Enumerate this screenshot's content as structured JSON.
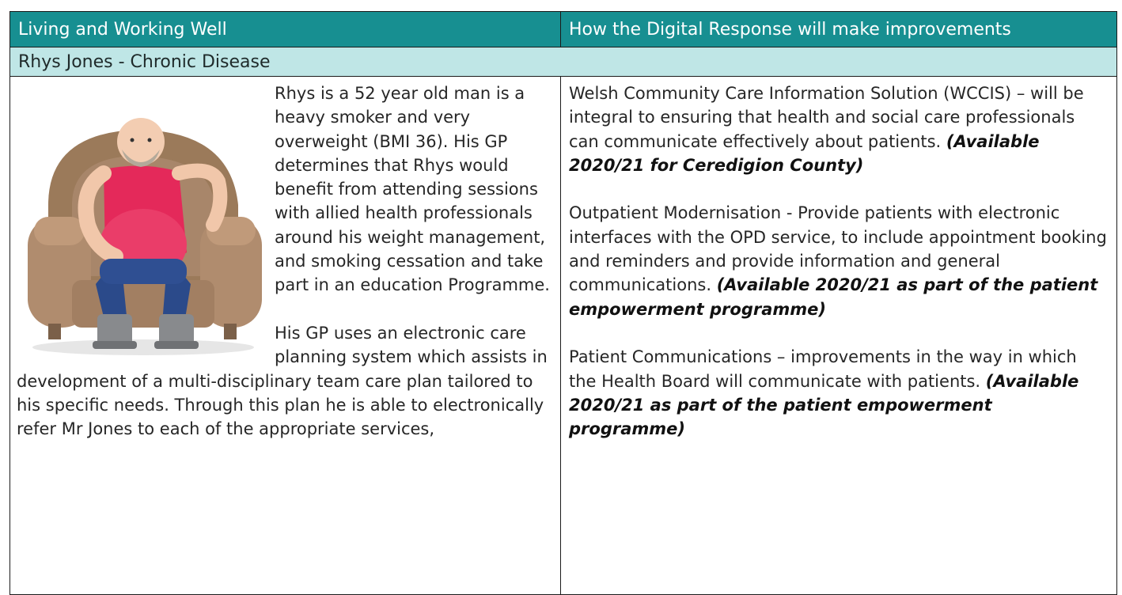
{
  "header": {
    "left_title": "Living and Working Well",
    "right_title": "How the Digital Response will make improvements"
  },
  "subheader": {
    "title": "Rhys Jones - Chronic Disease"
  },
  "left": {
    "illustration_icon": "man-in-armchair-illustration",
    "paragraphs": [
      "Rhys is a 52 year old man is a heavy smoker and very overweight (BMI 36).  His GP determines that Rhys would benefit from attending sessions with allied health professionals around his weight management, and smoking cessation and take part in an education Programme.",
      "His GP uses an electronic care planning system which assists in development of a multi-disciplinary team care plan tailored to his specific needs.  Through this plan he is able to electronically refer Mr Jones to each of the appropriate services,"
    ]
  },
  "right": {
    "items": [
      {
        "text": "Welsh Community Care Information Solution (WCCIS) – will be integral to ensuring that health and social care professionals can communicate effectively about patients. ",
        "availability": "(Available 2020/21 for Ceredigion County)"
      },
      {
        "text": "Outpatient Modernisation - Provide patients with electronic interfaces with the OPD service, to include appointment booking and reminders and provide information and general communications. ",
        "availability": "(Available 2020/21 as part of the patient empowerment programme)"
      },
      {
        "text": "Patient Communications – improvements in the way in which the Health Board will communicate with patients. ",
        "availability": "(Available 2020/21 as part of the patient empowerment programme)"
      }
    ]
  },
  "colors": {
    "header_bg": "#178f91",
    "subheader_bg": "#bfe6e6",
    "border": "#1b1b1b"
  }
}
